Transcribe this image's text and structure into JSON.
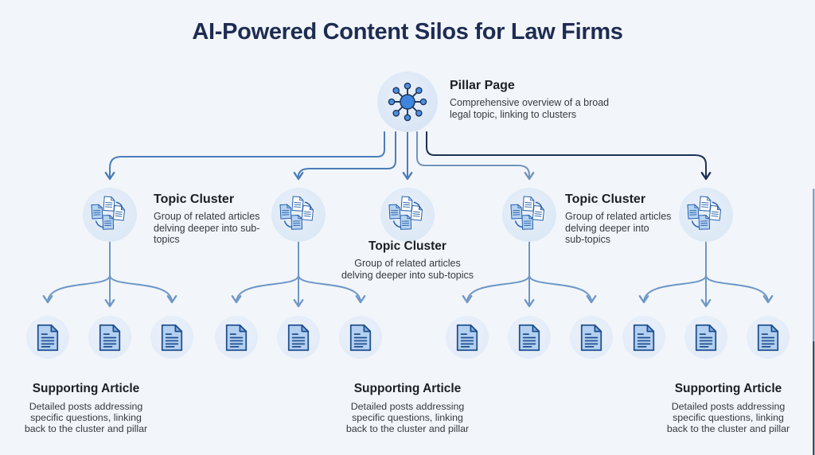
{
  "title": "AI-Powered Content Silos for Law Firms",
  "pillar": {
    "title": "Pillar Page",
    "desc_lines": [
      "Comprehensive overview of a broad",
      "legal topic, linking to clusters"
    ]
  },
  "clusters": {
    "left": {
      "title": "Topic Cluster",
      "desc_lines": [
        "Group of related articles",
        "delving deeper into sub-",
        "topics"
      ]
    },
    "middle": {
      "title": "Topic Cluster",
      "desc_lines": [
        "Group of related articles",
        "delving deeper into sub-topics"
      ]
    },
    "right": {
      "title": "Topic Cluster",
      "desc_lines": [
        "Group of related articles",
        "delving deeper into",
        "sub-topics"
      ]
    }
  },
  "supporting": {
    "title": "Supporting Article",
    "desc_lines": [
      "Detailed posts addressing",
      "specific questions, linking",
      "back to the cluster and pillar"
    ]
  },
  "icons": {
    "pillar": "hub-network-icon",
    "cluster": "document-stack-icon",
    "article": "document-icon"
  },
  "colors": {
    "background": "#f2f6fa",
    "title_text": "#1e2c52",
    "heading_text": "#1c2026",
    "body_text": "#363a41",
    "connector_blue": "#4c7db8",
    "connector_steel": "#7193bb",
    "connector_navy": "#1e3156",
    "branch_blue": "#6f97c7",
    "node_circle": "#d8e5f5",
    "doc_fill": "#b3d0f1",
    "doc_stroke": "#1f4e8c",
    "hub_blue": "#3d85de"
  }
}
